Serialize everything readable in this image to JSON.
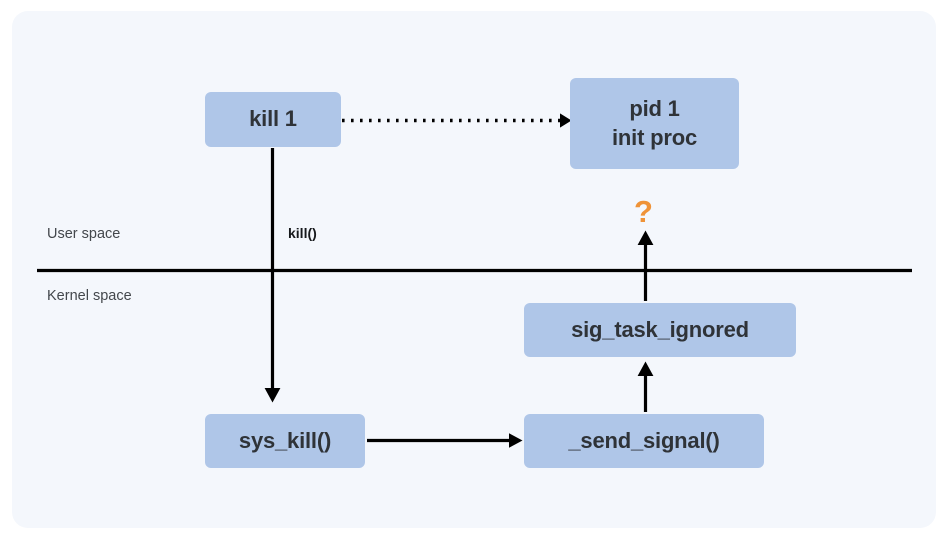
{
  "diagram": {
    "title": "kill 1 signal delivery path across user and kernel space",
    "background_color": "#f4f7fc",
    "node_fill_color": "#afc6e8",
    "node_text_color": "#2f3338",
    "accent_color": "#ef9338",
    "line_color": "#000000",
    "nodes": [
      {
        "id": "kill1",
        "label": "kill 1"
      },
      {
        "id": "pid1",
        "line1": "pid 1",
        "line2": "init proc"
      },
      {
        "id": "sig_task",
        "label": "sig_task_ignored"
      },
      {
        "id": "sys_kill",
        "label": "sys_kill()"
      },
      {
        "id": "send_signal",
        "label": "_send_signal()"
      }
    ],
    "labels": {
      "user_space": "User space",
      "kernel_space": "Kernel space",
      "kill_syscall": "kill()",
      "question_mark": "?"
    },
    "edges": [
      {
        "from": "kill 1",
        "to": "pid 1 init proc",
        "style": "dotted",
        "label": ""
      },
      {
        "from": "kill 1",
        "to": "sys_kill()",
        "style": "solid",
        "label": "kill()"
      },
      {
        "from": "sys_kill()",
        "to": "_send_signal()",
        "style": "solid",
        "label": ""
      },
      {
        "from": "_send_signal()",
        "to": "sig_task_ignored",
        "style": "solid",
        "label": ""
      },
      {
        "from": "sig_task_ignored",
        "to": "pid 1 init proc",
        "style": "solid",
        "label": "?"
      }
    ],
    "divider": {
      "name": "user-kernel-boundary",
      "orientation": "horizontal"
    }
  }
}
